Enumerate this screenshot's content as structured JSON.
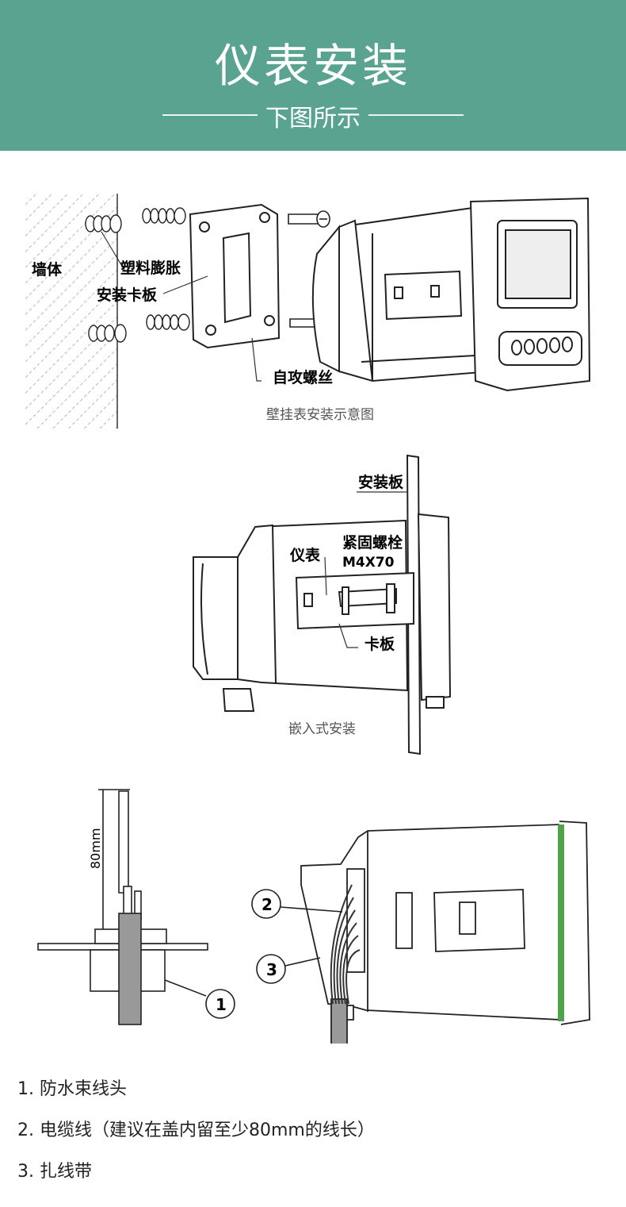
{
  "header": {
    "title": "仪表安装",
    "subtitle": "下图所示",
    "background_color": "#5aa391"
  },
  "wall_mount": {
    "caption": "壁挂表安装示意图",
    "labels": {
      "wall": "墙体",
      "plastic_anchor": "塑料膨胀",
      "mounting_plate": "安装卡板",
      "tapping_screw": "自攻螺丝"
    }
  },
  "panel_mount": {
    "caption": "嵌入式安装",
    "labels": {
      "panel": "安装板",
      "meter": "仪表",
      "bolt": "紧固螺栓",
      "bolt_spec": "M4X70",
      "clamp": "卡板"
    }
  },
  "cable_diagram": {
    "dimension": "80mm",
    "markers": [
      "1",
      "2",
      "3"
    ],
    "accent_color": "#4fa34a"
  },
  "legend": [
    "1. 防水束线头",
    "2. 电缆线（建议在盖内留至少80mm的线长）",
    "3. 扎线带"
  ]
}
